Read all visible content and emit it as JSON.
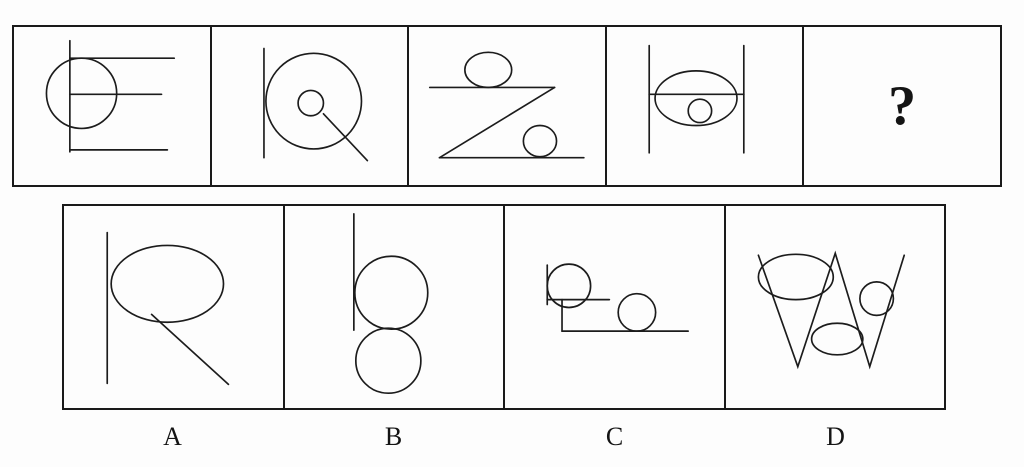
{
  "page": {
    "background_color": "#fdfdfd",
    "line_color": "#1c1c1c",
    "border_color": "#1a1a1a"
  },
  "question": {
    "cells": [
      {
        "name": "letter-E-with-circle"
      },
      {
        "name": "letter-Q-with-inner-circle-and-left-vertical-line"
      },
      {
        "name": "letter-Z-with-top-ellipse-and-bottom-circle"
      },
      {
        "name": "letter-H-with-ellipse-and-inner-circle"
      },
      {
        "name": "unknown-cell",
        "symbol": "?"
      }
    ]
  },
  "options": [
    {
      "label": "A",
      "name": "letter-R-with-large-ellipse"
    },
    {
      "label": "B",
      "name": "vertical-line-with-two-stacked-circles"
    },
    {
      "label": "C",
      "name": "step-lines-with-two-circles"
    },
    {
      "label": "D",
      "name": "letter-W-with-two-ellipses-and-circle"
    }
  ]
}
